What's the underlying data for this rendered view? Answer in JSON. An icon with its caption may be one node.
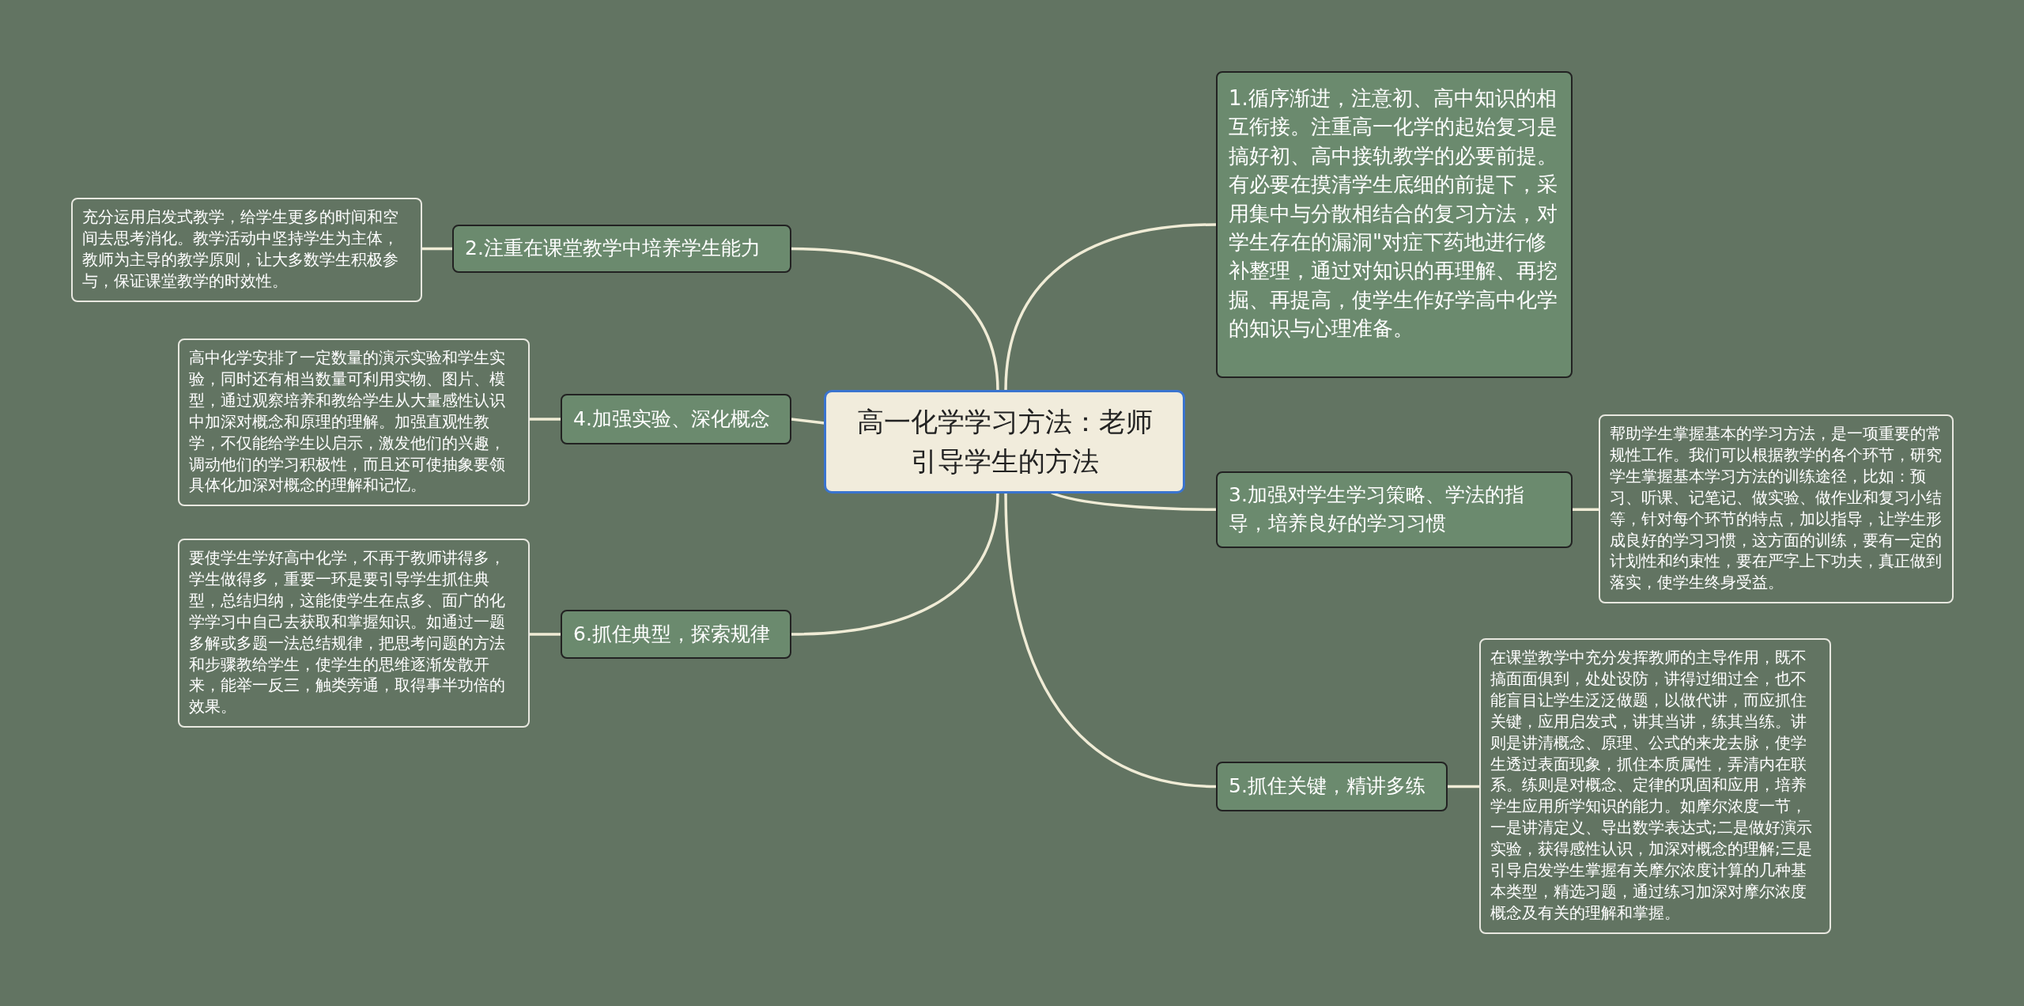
{
  "diagram": {
    "nodes": [
      {
        "text": [
          "高一化学学习方法：老师引导学生的方法"
        ]
      },
      {
        "text": [
          "1.循序渐进，注意初、高中知识的相互衔接。注重高一化学的起始复习是搞好初、高中接轨教学的必要前提。有必要在摸清学生底细的前提下，采用集中与分散相结合的复习方法，对学生存在的漏洞\"对症下药地进行修补整理，通过对知识的再理解、再挖掘、再提高，使学生作好学高中化学的知识与心理准备。"
        ]
      },
      {
        "text": [
          "2.注重在课堂教学中培养学生能力"
        ]
      },
      {
        "text": [
          "充分运用启发式教学，给学生更多的时间和空间去思考消化。教学活动中坚持学生为主体，教师为主导的教学原则，让大多数学生积极参与，保证课堂教学的时效性。"
        ]
      },
      {
        "text": [
          "3.加强对学生学习策略、学法的指导，培养良好的学习习惯"
        ]
      },
      {
        "text": [
          "帮助学生掌握基本的学习方法，是一项重要的常规性工作。我们可以根据教学的各个环节，研究学生掌握基本学习方法的训练途径，比如：预习、听课、记笔记、做实验、做作业和复习小结等，针对每个环节的特点，加以指导，让学生形成良好的学习习惯，这方面的训练，要有一定的计划性和约束性，要在严字上下功夫，真正做到落实，使学生终身受益。"
        ]
      },
      {
        "text": [
          "4.加强实验、深化概念"
        ]
      },
      {
        "text": [
          "高中化学安排了一定数量的演示实验和学生实验，同时还有相当数量可利用实物、图片、模型，通过观察培养和教给学生从大量感性认识中加深对概念和原理的理解。加强直观性教学，不仅能给学生以启示，激发他们的兴趣，调动他们的学习积极性，而且还可使抽象要领具体化加深对概念的理解和记忆。"
        ]
      },
      {
        "text": [
          "5.抓住关键，精讲多练"
        ]
      },
      {
        "text": [
          "在课堂教学中充分发挥教师的主导作用，既不搞面面俱到，处处设防，讲得过细过全，也不能盲目让学生泛泛做题，以做代讲，而应抓住关键，应用启发式，讲其当讲，练其当练。讲则是讲清概念、原理、公式的来龙去脉，使学生透过表面现象，抓住本质属性，弄清内在联系。练则是对概念、定律的巩固和应用，培养学生应用所学知识的能力。如摩尔浓度一节，一是讲清定义、导出数学表达式;二是做好演示实验，获得感性认识，加深对概念的理解;三是引导启发学生掌握有关摩尔浓度计算的几种基本类型，精选习题，通过练习加深对摩尔浓度概念及有关的理解和掌握。"
        ]
      },
      {
        "text": [
          "6.抓住典型，探索规律"
        ]
      },
      {
        "text": [
          "要使学生学好高中化学，不再于教师讲得多，学生做得多，重要一环是要引导学生抓住典型，总结归纳，这能使学生在点多、面广的化学学习中自己去获取和掌握知识。如通过一题多解或多题一法总结规律，把思考问题的方法和步骤教给学生，使学生的思维逐渐发散开来，能举一反三，触类旁通，取得事半功倍的效果。"
        ]
      }
    ],
    "edges": [
      {
        "from": 0,
        "to": 1,
        "arrow": "none"
      },
      {
        "from": 0,
        "to": 2,
        "arrow": "none"
      },
      {
        "from": 2,
        "to": 3,
        "arrow": "none"
      },
      {
        "from": 0,
        "to": 4,
        "arrow": "none"
      },
      {
        "from": 4,
        "to": 5,
        "arrow": "none"
      },
      {
        "from": 0,
        "to": 6,
        "arrow": "none"
      },
      {
        "from": 6,
        "to": 7,
        "arrow": "none"
      },
      {
        "from": 0,
        "to": 8,
        "arrow": "none"
      },
      {
        "from": 8,
        "to": 9,
        "arrow": "none"
      },
      {
        "from": 0,
        "to": 10,
        "arrow": "none"
      },
      {
        "from": 10,
        "to": 11,
        "arrow": "none"
      }
    ]
  }
}
